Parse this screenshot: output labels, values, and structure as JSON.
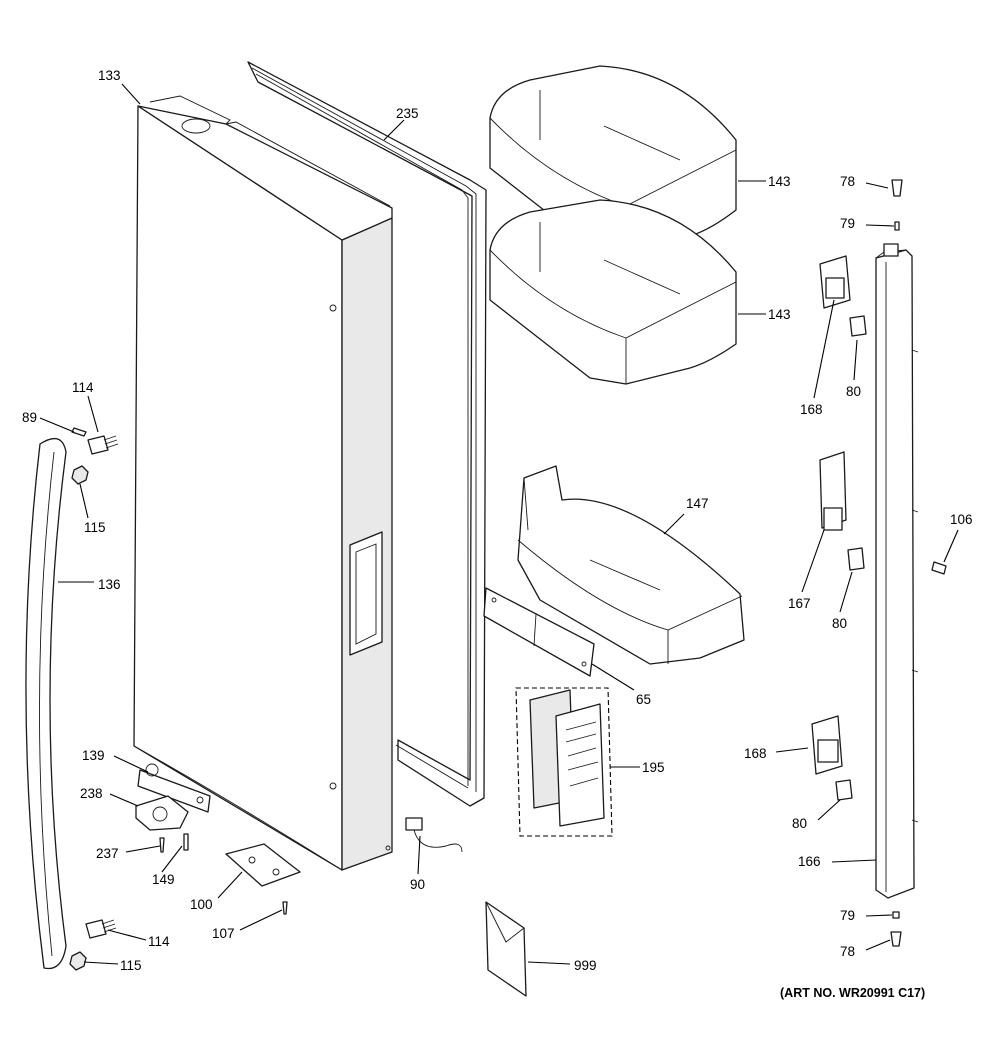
{
  "callouts": {
    "c133": "133",
    "c235": "235",
    "c143a": "143",
    "c143b": "143",
    "c147": "147",
    "c78a": "78",
    "c79a": "79",
    "c168a": "168",
    "c80a": "80",
    "c167": "167",
    "c80b": "80",
    "c106": "106",
    "c168b": "168",
    "c80c": "80",
    "c166": "166",
    "c79b": "79",
    "c78b": "78",
    "c89": "89",
    "c114a": "114",
    "c115a": "115",
    "c136": "136",
    "c139": "139",
    "c238": "238",
    "c237": "237",
    "c149": "149",
    "c100": "100",
    "c107": "107",
    "c114b": "114",
    "c115b": "115",
    "c90": "90",
    "c65": "65",
    "c195": "195",
    "c999": "999"
  },
  "art_number": "(ART NO. WR20991 C17)"
}
